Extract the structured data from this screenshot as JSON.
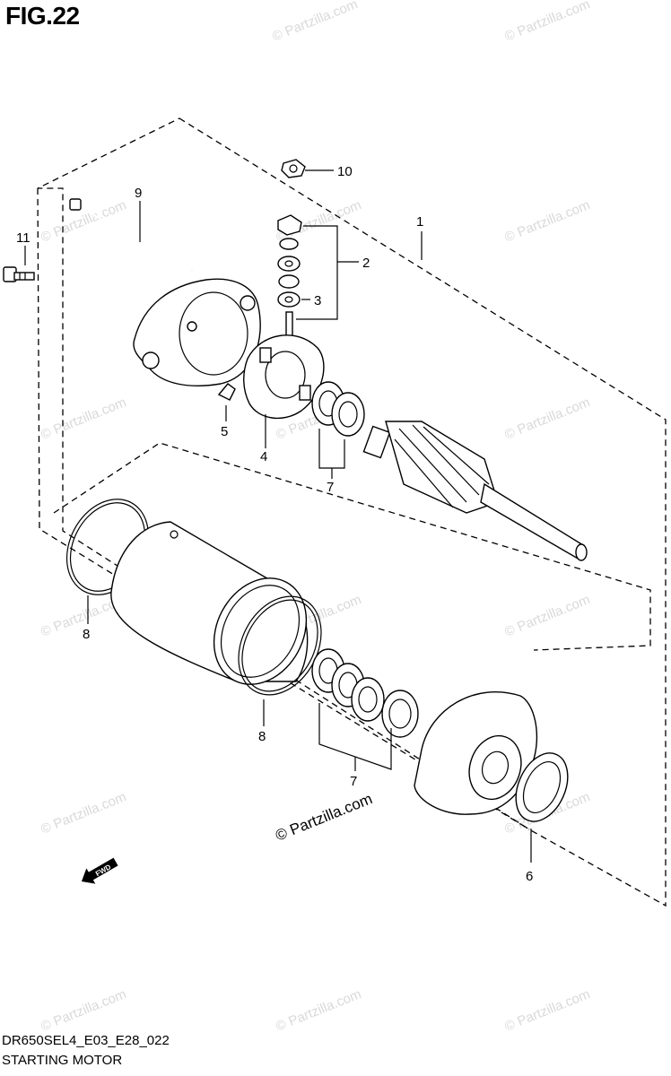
{
  "figure": {
    "title": "FIG.22",
    "code": "DR650SEL4_E03_E28_022",
    "caption": "STARTING MOTOR"
  },
  "watermark": {
    "text": "© Partzilla.com",
    "center_text": "© Partzilla.com"
  },
  "direction_badge": "FWD",
  "callouts": {
    "c1": "1",
    "c2": "2",
    "c3": "3",
    "c4": "4",
    "c5": "5",
    "c6": "6",
    "c7a": "7",
    "c7b": "7",
    "c8a": "8",
    "c8b": "8",
    "c9": "9",
    "c10": "10",
    "c11": "11"
  },
  "colors": {
    "line": "#000000",
    "watermark": "#d9d9d9",
    "background": "#ffffff"
  }
}
